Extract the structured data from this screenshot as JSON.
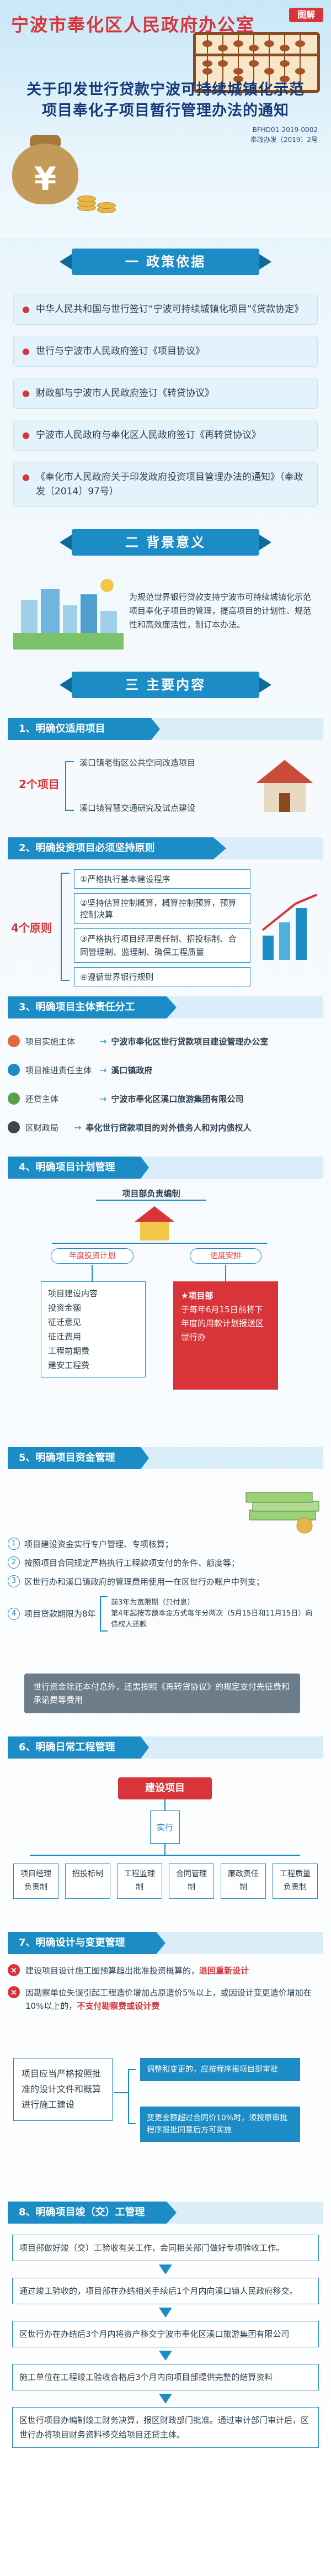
{
  "header": {
    "badge": "图解",
    "office": "宁波市奉化区人民政府办公室",
    "title_line1": "关于印发世行贷款宁波可持续城镇化示范",
    "title_line2": "项目奉化子项目暂行管理办法的通知",
    "doc_no1": "BFHD01-2019-0002",
    "doc_no2": "奉政办发〔2019〕2号",
    "bag_symbol": "¥"
  },
  "section1": {
    "banner": "一 政策依据",
    "items": [
      "中华人民共和国与世行签订“宁波可持续城镇化项目”《贷款协定》",
      "世行与宁波市人民政府签订《项目协议》",
      "财政部与宁波市人民政府签订《转贷协议》",
      "宁波市人民政府与奉化区人民政府签订《再转贷协议》",
      "《奉化市人民政府关于印发政府投资项目管理办法的通知》（奉政发〔2014〕97号）"
    ]
  },
  "section2": {
    "banner": "二 背景意义",
    "text": "为规范世界银行贷款支持宁波市可持续城镇化示范项目奉化子项目的管理，提高项目的计划性、规范性和高效廉洁性，制订本办法。"
  },
  "section3": {
    "banner": "三 主要内容",
    "s1": {
      "head": "1、明确仅适用项目",
      "count": "2个项目",
      "items": [
        "溪口镇老街区公共空间改造项目",
        "溪口镇智慧交通研究及试点建设"
      ]
    },
    "s2": {
      "head": "2、明确投资项目必须坚持原则",
      "count": "4个原则",
      "items": [
        "①严格执行基本建设程序",
        "②坚持估算控制概算，概算控制预算，预算控制决算",
        "③严格执行项目经理责任制、招投标制、合同管理制、监理制、确保工程质量",
        "④遵循世界银行规则"
      ]
    },
    "s3": {
      "head": "3、明确项目主体责任分工",
      "rows": [
        {
          "role": "项目实施主体",
          "arrow": "→",
          "org": "宁波市奉化区世行贷款项目建设管理办公室"
        },
        {
          "role": "项目推进责任主体",
          "arrow": "→",
          "org": "溪口镇政府"
        },
        {
          "role": "还贷主体",
          "arrow": "→",
          "org": "宁波市奉化区溪口旅游集团有限公司"
        },
        {
          "role": "区财政局",
          "arrow": "→",
          "org": "奉化世行贷款项目的对外债务人和对内债权人"
        }
      ]
    },
    "s4": {
      "head": "4、明确项目计划管理",
      "top": "项目部负责编制",
      "left_label": "年度投资计划",
      "right_label": "进度安排",
      "left_items": [
        "项目建设内容",
        "投资金额",
        "征迁意见",
        "征迁费用",
        "工程前期费",
        "建安工程费"
      ],
      "right_note_title": "★项目部",
      "right_note": "于每年6月15日前将下年度的用款计划报送区世行办"
    },
    "s5": {
      "head": "5、明确项目资金管理",
      "items": [
        "项目建设资金实行专户管理、专项核算；",
        "按照项目合同规定严格执行工程款项支付的条件、额度等；",
        "区世行办和溪口镇政府的管理费用使用一在区世行办账户中列支；",
        "项目贷款期限为8年"
      ],
      "loan_grace": "前3年为宽限期（只付息）",
      "loan_repay": "第4年起按等额本金方式每年分两次（5月15日和11月15日）向债权人还款",
      "bottom": "世行资金除还本付息外，还需按照《再转贷协议》的规定支付先征费和承诺费等费用"
    },
    "s6": {
      "head": "6、明确日常工程管理",
      "root": "建设项目",
      "mid": "实行",
      "leaves": [
        "项目经理负责制",
        "招投标制",
        "工程监理制",
        "合同管理制",
        "廉政责任制",
        "工程质量负责制"
      ]
    },
    "s7": {
      "head": "7、明确设计与变更管理",
      "pre1": "建设项目设计施工图预算超出批准投资概算的，",
      "hi1": "退回重新设计",
      "pre2": "因勘察单位失误引起工程造价增加占原造价5%以上，或因设计变更造价增加在10%以上的，",
      "hi2": "不支付勘察费或设计费",
      "left_box": "项目应当严格按照批准的设计文件和概算进行施工建设",
      "right1": "调整和变更的，应按程序报项目部审批",
      "right2": "变更金额超过合同价10%时，须按原审批程序报批同意后方可实施"
    },
    "s8": {
      "head": "8、明确项目竣（交）工管理",
      "steps": [
        "项目部做好竣（交）工验收有关工作，会同相关部门做好专项验收工作。",
        "通过竣工验收的，项目部在办结相关手续后1个月内向溪口镇人民政府移交。",
        "区世行办在办结后3个月内将资产移交宁波市奉化区溪口旅游集团有限公司",
        "施工单位在工程竣工验收合格后3个月内向项目部提供完整的结算资料",
        "区世行项目办编制竣工财务决算，报区财政部门批准。通过审计部门审计后，区世行办将项目财务资料移交给项目还贷主体。"
      ]
    }
  },
  "colors": {
    "primary": "#1b8cc6",
    "accent": "#d8343a"
  }
}
